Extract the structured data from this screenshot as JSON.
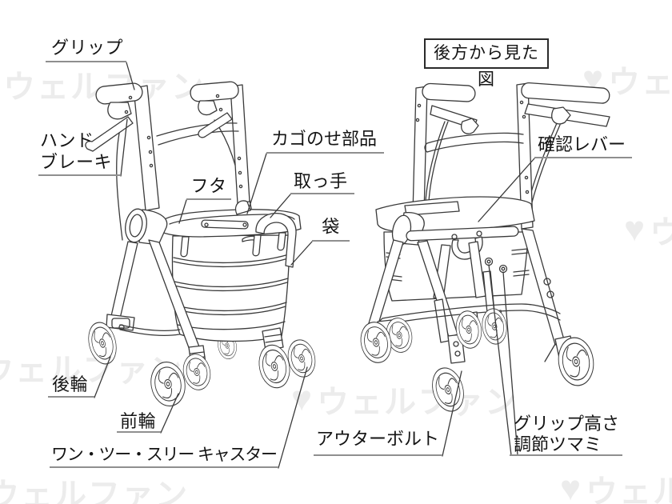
{
  "page": {
    "background": "#ffffff",
    "line_color": "#3a3a3a",
    "underline_color": "#8f8f8f"
  },
  "watermark": {
    "text": "ウェルファン",
    "color": "#ececec"
  },
  "views": {
    "front": {
      "labels": {
        "grip": "グリップ",
        "hand_brake": "ハンド\nブレーキ",
        "lid": "フタ",
        "basket_mount": "カゴのせ部品",
        "handle": "取っ手",
        "bag": "袋",
        "rear_wheel": "後輪",
        "front_wheel": "前輪",
        "caster": "ワン・ツー・スリー キャスター"
      }
    },
    "rear": {
      "title": "後方から見た図",
      "labels": {
        "check_lever": "確認レバー",
        "outer_bolt": "アウターボルト",
        "grip_height_knob": "グリップ高さ\n調節ツマミ"
      }
    }
  }
}
